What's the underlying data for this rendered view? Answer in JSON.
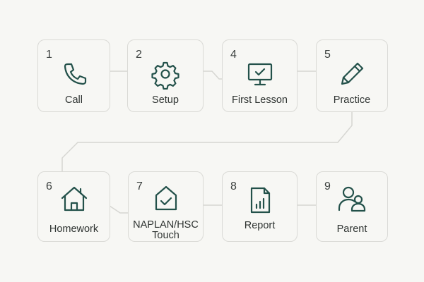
{
  "steps": [
    {
      "number": "1",
      "label": "Call",
      "icon": "phone-icon"
    },
    {
      "number": "2",
      "label": "Setup",
      "icon": "gear-icon"
    },
    {
      "number": "4",
      "label": "First Lesson",
      "icon": "monitor-check-icon"
    },
    {
      "number": "5",
      "label": "Practice",
      "icon": "pencil-icon"
    },
    {
      "number": "6",
      "label": "Homework",
      "icon": "house-icon"
    },
    {
      "number": "7",
      "label_line1": "NAPLAN/HSC",
      "label_line2": "Touch",
      "icon": "house-check-icon"
    },
    {
      "number": "8",
      "label": "Report",
      "icon": "report-chart-icon"
    },
    {
      "number": "9",
      "label": "Parent",
      "icon": "parent-people-icon"
    }
  ],
  "colors": {
    "background": "#f7f7f4",
    "card_border": "#dadad6",
    "icon": "#23514a",
    "connector": "#d6d6d2",
    "text": "#2f3432"
  }
}
